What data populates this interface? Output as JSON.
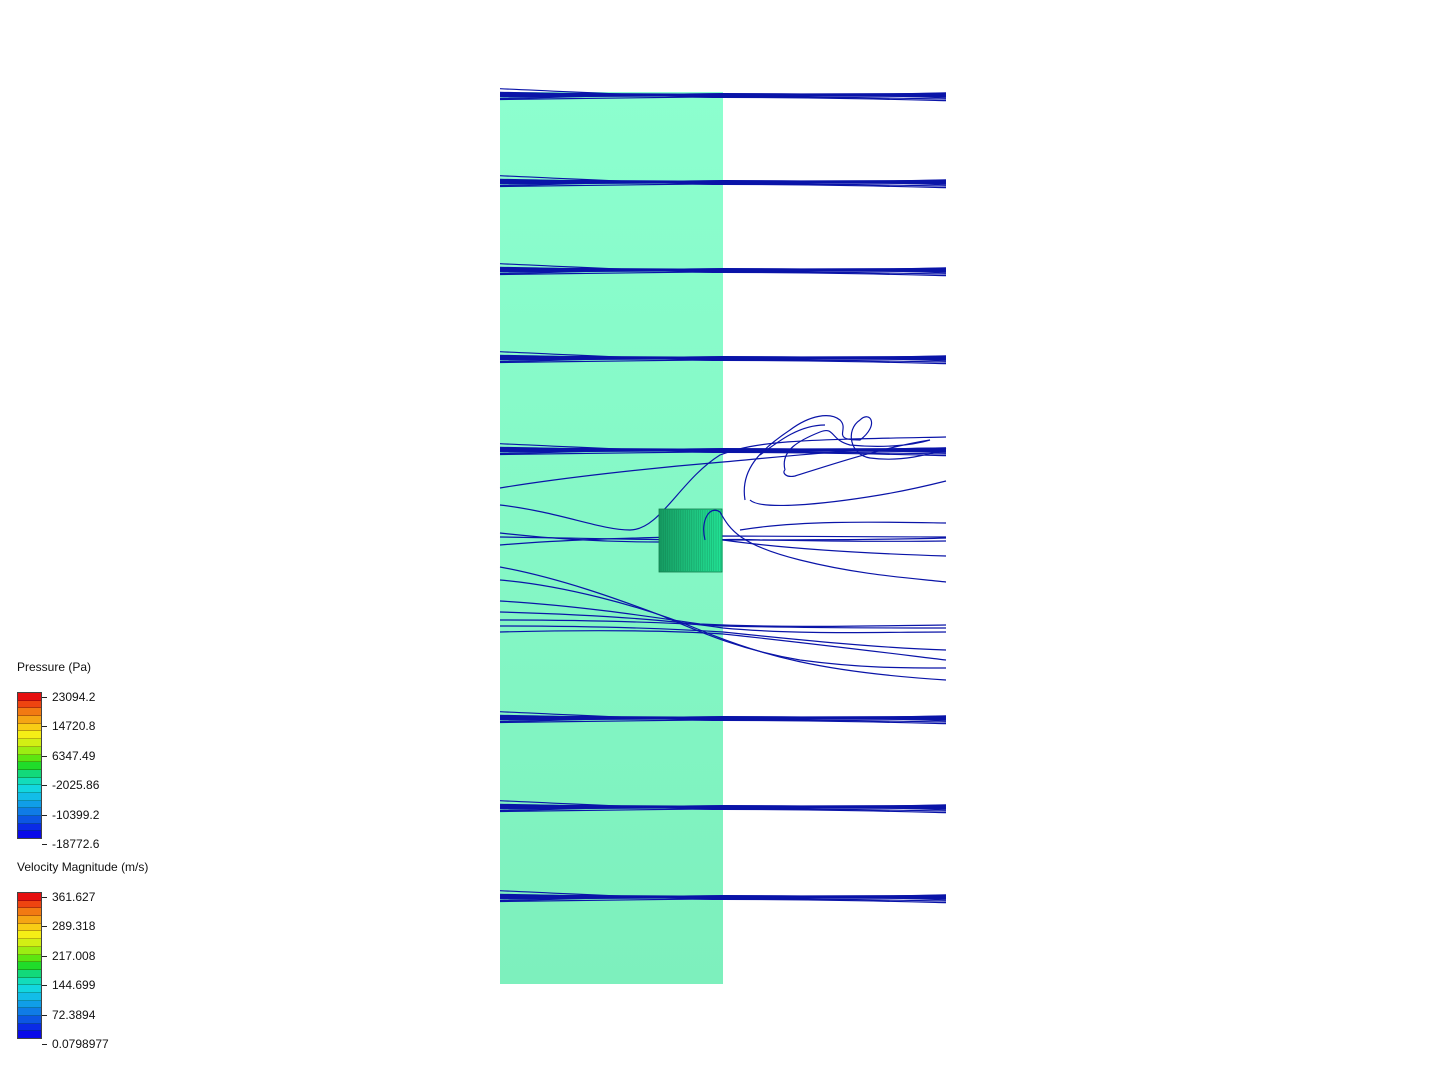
{
  "legends": [
    {
      "title": "Pressure (Pa)",
      "labels": [
        "23094.2",
        "14720.8",
        "6347.49",
        "-2025.86",
        "-10399.2",
        "-18772.6"
      ]
    },
    {
      "title": "Velocity Magnitude (m/s)",
      "labels": [
        "361.627",
        "289.318",
        "217.008",
        "144.699",
        "72.3894",
        "0.0798977"
      ]
    }
  ],
  "colormap": [
    "#e60f0f",
    "#ee4410",
    "#f27a12",
    "#f5a514",
    "#f8cd15",
    "#f5ee16",
    "#d2ef14",
    "#9bed12",
    "#5ce610",
    "#20dc2a",
    "#12d97a",
    "#12dcbb",
    "#12d6e0",
    "#12bde8",
    "#109ee8",
    "#0f7ce6",
    "#0c56e3",
    "#0a2be6",
    "#0a0ae8"
  ],
  "colors": {
    "domain_fill_top": "#8cffcf",
    "domain_fill_bottom": "#7df0bd",
    "obstacle_fill": "#1ed98c",
    "streamline": "#0a14a8"
  }
}
